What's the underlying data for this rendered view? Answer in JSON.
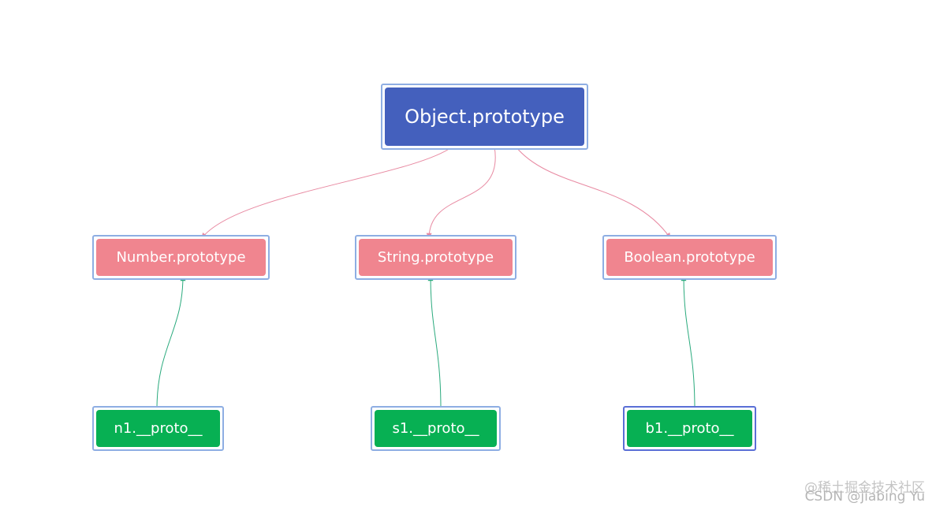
{
  "colors": {
    "root_fill": "#4460bd",
    "prototype_fill": "#f0858f",
    "instance_fill": "#07b053",
    "node_border": "#8eaee3",
    "selected_border": "#5a6fd6",
    "pink_connector": "#e88aa2",
    "green_connector": "#2aaa7d"
  },
  "nodes": {
    "root": {
      "label": "Object.prototype"
    },
    "number_proto": {
      "label": "Number.prototype"
    },
    "string_proto": {
      "label": "String.prototype"
    },
    "boolean_proto": {
      "label": "Boolean.prototype"
    },
    "n1_proto": {
      "label": "n1.__proto__"
    },
    "s1_proto": {
      "label": "s1.__proto__"
    },
    "b1_proto": {
      "label": "b1.__proto__",
      "selected": true
    }
  },
  "edges": [
    {
      "from": "root",
      "to": "number_proto",
      "color": "pink"
    },
    {
      "from": "root",
      "to": "string_proto",
      "color": "pink"
    },
    {
      "from": "root",
      "to": "boolean_proto",
      "color": "pink"
    },
    {
      "from": "n1_proto",
      "to": "number_proto",
      "color": "green"
    },
    {
      "from": "s1_proto",
      "to": "string_proto",
      "color": "green"
    },
    {
      "from": "b1_proto",
      "to": "boolean_proto",
      "color": "green"
    }
  ],
  "watermark": {
    "line1": "@稀土掘金技术社区",
    "line2": "CSDN @jiabing Yu"
  }
}
